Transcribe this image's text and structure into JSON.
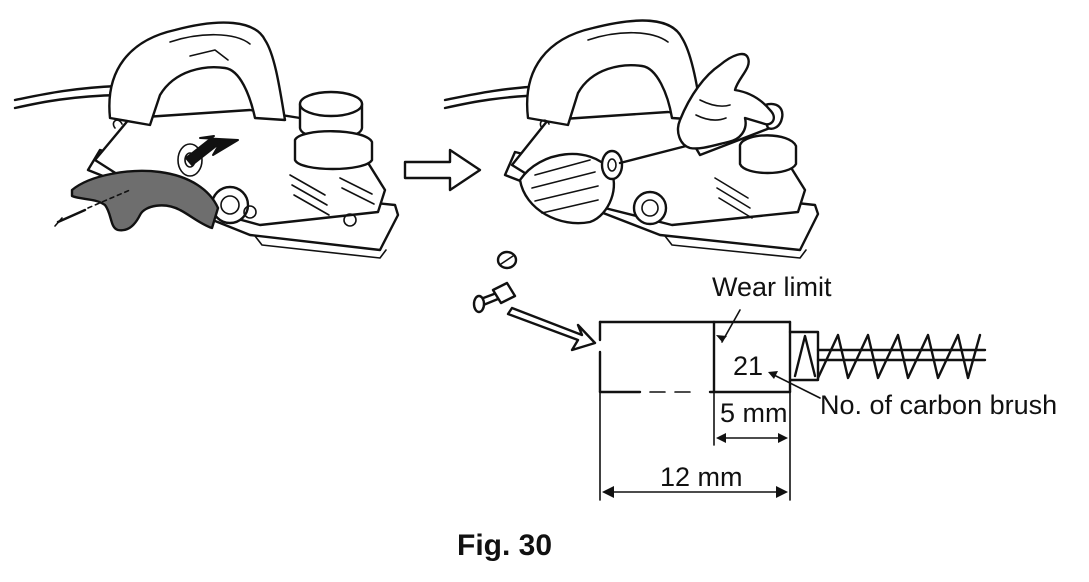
{
  "labels": {
    "wear_limit": "Wear limit",
    "brush_number": "21",
    "brush_number_caption": "No. of carbon brush",
    "dim_small": "5 mm",
    "dim_large": "12 mm"
  },
  "caption": "Fig. 30",
  "colors": {
    "line": "#111111",
    "cover_fill": "#6e6e6e",
    "background": "#ffffff"
  },
  "icons": {
    "step_arrow": "hollow-right-arrow",
    "removal_arrow": "solid-black-arrow",
    "callout_arrow": "hollow-callout-arrow"
  }
}
